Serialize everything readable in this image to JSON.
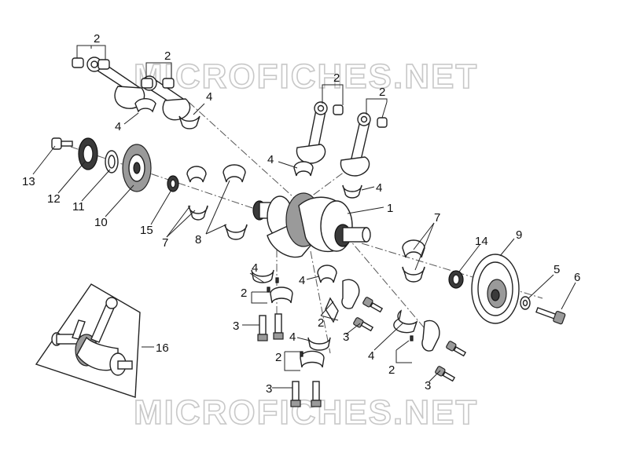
{
  "watermark": {
    "top": "MICROFICHES.NET",
    "bottom": "MICROFICHES.NET"
  },
  "callouts": {
    "c1": "1",
    "c2a": "2",
    "c2b": "2",
    "c2c": "2",
    "c2d": "2",
    "c2e": "2",
    "c2f": "2",
    "c2g": "2",
    "c2h": "2",
    "c3a": "3",
    "c3b": "3",
    "c3c": "3",
    "c3d": "3",
    "c4a": "4",
    "c4b": "4",
    "c4c": "4",
    "c4d": "4",
    "c4e": "4",
    "c4f": "4",
    "c4g": "4",
    "c4h": "4",
    "c5": "5",
    "c6": "6",
    "c7a": "7",
    "c7b": "7",
    "c8": "8",
    "c9": "9",
    "c10": "10",
    "c11": "11",
    "c12": "12",
    "c13": "13",
    "c14": "14",
    "c15": "15",
    "c16": "16"
  }
}
